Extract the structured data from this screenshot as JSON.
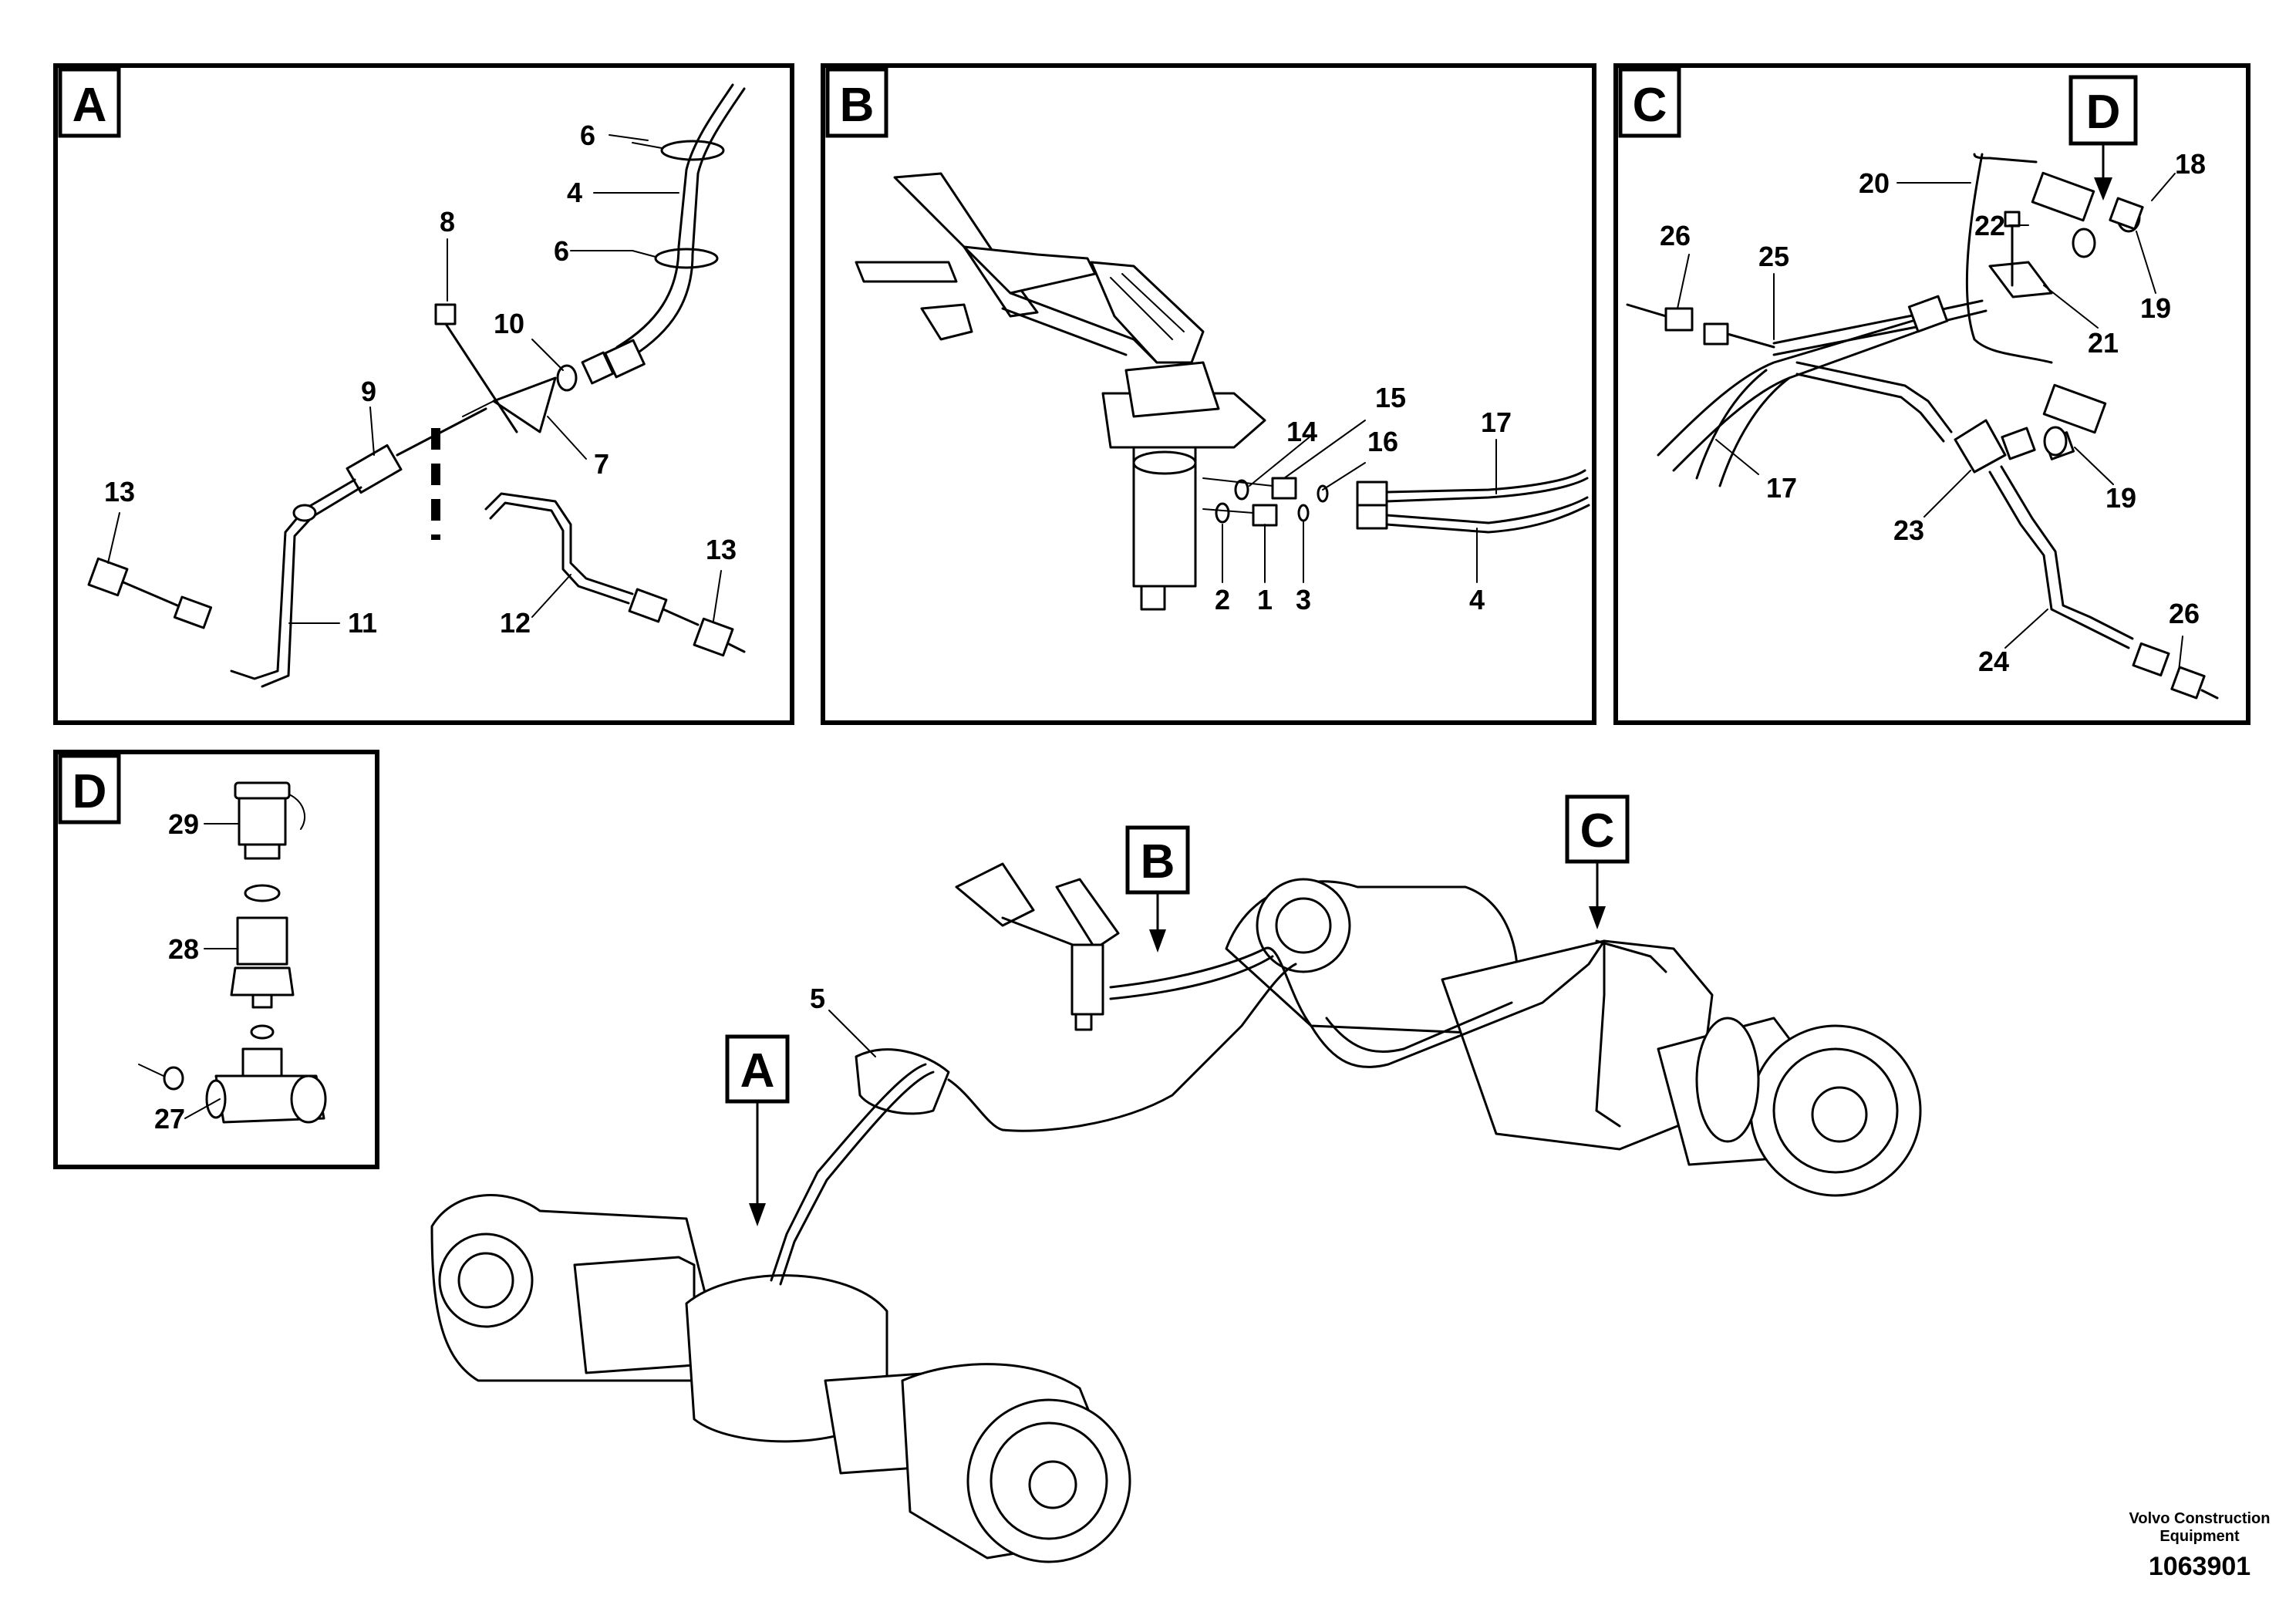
{
  "panels": {
    "a": {
      "label": "A",
      "callouts": [
        "6",
        "4",
        "6",
        "8",
        "10",
        "9",
        "7",
        "13",
        "11",
        "12",
        "13"
      ]
    },
    "b": {
      "label": "B",
      "callouts": [
        "15",
        "14",
        "16",
        "17",
        "2",
        "1",
        "3",
        "4"
      ]
    },
    "c": {
      "label": "C",
      "callouts": [
        "20",
        "D",
        "18",
        "26",
        "25",
        "22",
        "19",
        "21",
        "17",
        "19",
        "23",
        "26",
        "24"
      ]
    },
    "d": {
      "label": "D",
      "callouts": [
        "29",
        "28",
        "27"
      ]
    }
  },
  "overview": {
    "callouts": [
      "B",
      "C",
      "5",
      "A"
    ]
  },
  "footer": {
    "company": "Volvo Construction Equipment",
    "company_line1": "Volvo Construction",
    "company_line2": "Equipment",
    "drawing_no": "1063901"
  }
}
